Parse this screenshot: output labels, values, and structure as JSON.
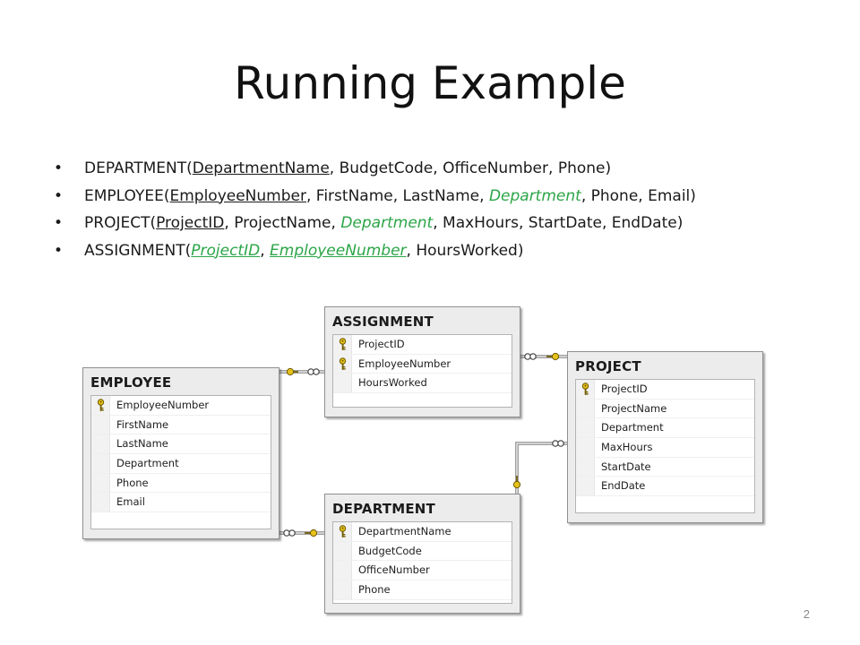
{
  "title": "Running Example",
  "bullet_symbol": "•",
  "relations": [
    {
      "name": "DEPARTMENT",
      "attrs": [
        {
          "text": "DepartmentName",
          "kind": "pk",
          "sep": ",  "
        },
        {
          "text": "BudgetCode",
          "kind": "attr",
          "sep": ",  "
        },
        {
          "text": "OfficeNumber",
          "kind": "attr",
          "sep": ",  "
        },
        {
          "text": "Phone",
          "kind": "attr",
          "sep": ""
        }
      ]
    },
    {
      "name": "EMPLOYEE",
      "attrs": [
        {
          "text": "EmployeeNumber",
          "kind": "pk",
          "sep": ",  "
        },
        {
          "text": "FirstName",
          "kind": "attr",
          "sep": ", "
        },
        {
          "text": "LastName",
          "kind": "attr",
          "sep": ", "
        },
        {
          "text": "Department",
          "kind": "fk",
          "sep": ", "
        },
        {
          "text": "Phone",
          "kind": "attr",
          "sep": ", "
        },
        {
          "text": "Email",
          "kind": "attr",
          "sep": ""
        }
      ]
    },
    {
      "name": "PROJECT",
      "attrs": [
        {
          "text": "ProjectID",
          "kind": "pk",
          "sep": ",  "
        },
        {
          "text": "ProjectName",
          "kind": "attr",
          "sep": ",  "
        },
        {
          "text": "Department",
          "kind": "fk",
          "sep": ", "
        },
        {
          "text": "MaxHours",
          "kind": "attr",
          "sep": ", "
        },
        {
          "text": "StartDate",
          "kind": "attr",
          "sep": ",  "
        },
        {
          "text": "EndDate",
          "kind": "attr",
          "sep": ""
        }
      ]
    },
    {
      "name": "ASSIGNMENT",
      "attrs": [
        {
          "text": "ProjectID",
          "kind": "pkfk",
          "sep": ",  "
        },
        {
          "text": "EmployeeNumber",
          "kind": "pkfk",
          "sep": ", "
        },
        {
          "text": "HoursWorked",
          "kind": "attr",
          "sep": ""
        }
      ]
    }
  ],
  "tables": {
    "assignment": {
      "name": "ASSIGNMENT",
      "columns": [
        {
          "name": "ProjectID",
          "key": true
        },
        {
          "name": "EmployeeNumber",
          "key": true
        },
        {
          "name": "HoursWorked",
          "key": false
        }
      ]
    },
    "employee": {
      "name": "EMPLOYEE",
      "columns": [
        {
          "name": "EmployeeNumber",
          "key": true
        },
        {
          "name": "FirstName",
          "key": false
        },
        {
          "name": "LastName",
          "key": false
        },
        {
          "name": "Department",
          "key": false
        },
        {
          "name": "Phone",
          "key": false
        },
        {
          "name": "Email",
          "key": false
        }
      ]
    },
    "project": {
      "name": "PROJECT",
      "columns": [
        {
          "name": "ProjectID",
          "key": true
        },
        {
          "name": "ProjectName",
          "key": false
        },
        {
          "name": "Department",
          "key": false
        },
        {
          "name": "MaxHours",
          "key": false
        },
        {
          "name": "StartDate",
          "key": false
        },
        {
          "name": "EndDate",
          "key": false
        }
      ]
    },
    "department": {
      "name": "DEPARTMENT",
      "columns": [
        {
          "name": "DepartmentName",
          "key": true
        },
        {
          "name": "BudgetCode",
          "key": false
        },
        {
          "name": "OfficeNumber",
          "key": false
        },
        {
          "name": "Phone",
          "key": false
        }
      ]
    }
  },
  "colors": {
    "foreign_key_text": "#2ca548",
    "key_icon_fill": "#e6c21a",
    "key_icon_stroke": "#6f5a00",
    "connector": "#7a7a7a"
  },
  "page_number": "2"
}
